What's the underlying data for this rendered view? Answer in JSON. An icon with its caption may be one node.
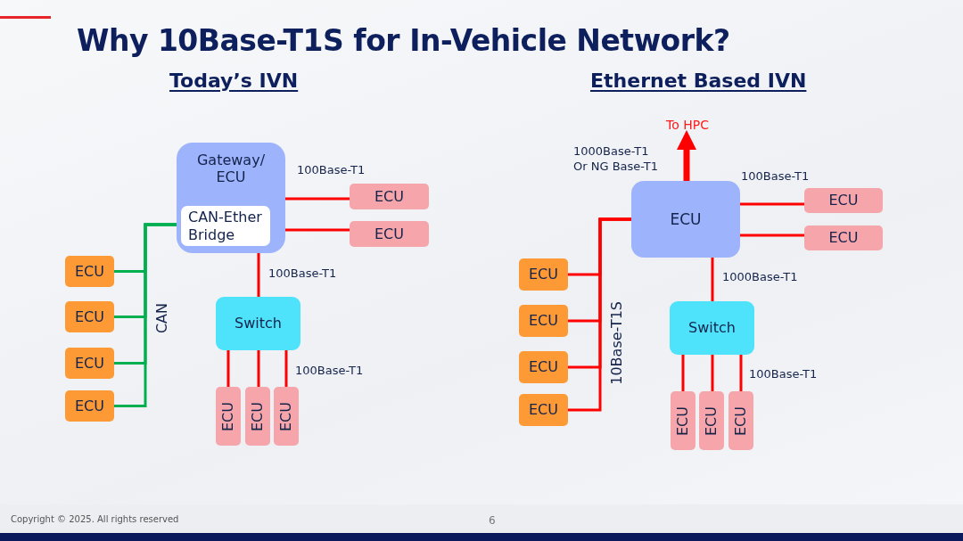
{
  "diagram": {
    "title": "Why 10Base-T1S for In-Vehicle Network?",
    "nodes": [
      {
        "text": [
          "Gateway/ ECU"
        ]
      },
      {
        "text": [
          "CAN-Ether Bridge"
        ],
        "in": 0
      },
      {
        "text": [
          "ECU"
        ]
      },
      {
        "text": [
          "ECU"
        ]
      },
      {
        "text": [
          "Switch"
        ]
      },
      {
        "text": [
          "ECU"
        ]
      },
      {
        "text": [
          "ECU"
        ]
      },
      {
        "text": [
          "ECU"
        ]
      },
      {
        "text": [
          "ECU"
        ]
      },
      {
        "text": [
          "ECU"
        ]
      },
      {
        "text": [
          "ECU"
        ]
      },
      {
        "text": [
          "ECU"
        ]
      },
      {
        "text": [
          "ECU"
        ]
      },
      {
        "text": [
          "ECU"
        ]
      },
      {
        "text": [
          "ECU"
        ]
      },
      {
        "text": [
          "Switch"
        ]
      },
      {
        "text": [
          "ECU"
        ]
      },
      {
        "text": [
          "ECU"
        ]
      },
      {
        "text": [
          "ECU"
        ]
      },
      {
        "text": [
          "ECU"
        ]
      },
      {
        "text": [
          "ECU"
        ]
      },
      {
        "text": [
          "ECU"
        ]
      },
      {
        "text": [
          "ECU"
        ]
      },
      {
        "text": [
          "To HPC"
        ]
      }
    ],
    "edges": [
      {
        "from": 0,
        "to": 2,
        "arrow": "none",
        "label": "100Base-T1"
      },
      {
        "from": 0,
        "to": 3,
        "arrow": "none"
      },
      {
        "from": 0,
        "to": 4,
        "arrow": "none",
        "label": "100Base-T1"
      },
      {
        "from": 4,
        "to": 5,
        "arrow": "none"
      },
      {
        "from": 4,
        "to": 6,
        "arrow": "none"
      },
      {
        "from": 4,
        "to": 7,
        "arrow": "none",
        "label": "100Base-T1"
      },
      {
        "from": 8,
        "to": 1,
        "arrow": "none",
        "color": "#00b050"
      },
      {
        "from": 9,
        "to": 1,
        "arrow": "none",
        "color": "#00b050"
      },
      {
        "from": 10,
        "to": 1,
        "arrow": "none",
        "color": "#00b050",
        "label": "CAN"
      },
      {
        "from": 11,
        "to": 1,
        "arrow": "none",
        "color": "#00b050"
      },
      {
        "from": 12,
        "to": 13,
        "arrow": "none",
        "label": "100Base-T1"
      },
      {
        "from": 12,
        "to": 14,
        "arrow": "none"
      },
      {
        "from": 12,
        "to": 15,
        "arrow": "none",
        "label": "1000Base-T1"
      },
      {
        "from": 15,
        "to": 16,
        "arrow": "none"
      },
      {
        "from": 15,
        "to": 17,
        "arrow": "none"
      },
      {
        "from": 15,
        "to": 18,
        "arrow": "none",
        "label": "100Base-T1"
      },
      {
        "from": 19,
        "to": 12,
        "arrow": "none"
      },
      {
        "from": 20,
        "to": 12,
        "arrow": "none"
      },
      {
        "from": 21,
        "to": 12,
        "arrow": "none",
        "label": "10Base-T1S"
      },
      {
        "from": 22,
        "to": 12,
        "arrow": "none"
      },
      {
        "from": 12,
        "to": 23,
        "arrow": "to",
        "style": "thick",
        "label": "1000Base-T1 Or NG Base-T1"
      }
    ],
    "labels": [
      "Today’s IVN",
      "Ethernet Based IVN",
      "Copyright © 2025. All rights reserved",
      "6"
    ]
  }
}
